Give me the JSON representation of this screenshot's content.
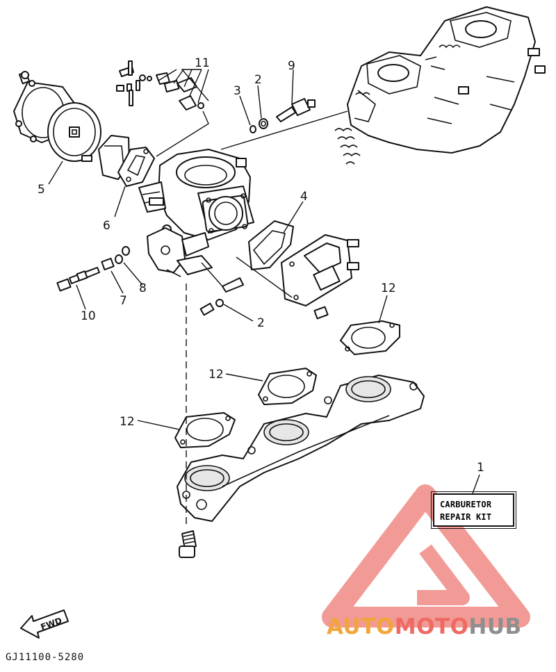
{
  "diagram": {
    "callouts": [
      {
        "id": "c1",
        "text": "1"
      },
      {
        "id": "c2a",
        "text": "2"
      },
      {
        "id": "c2b",
        "text": "2"
      },
      {
        "id": "c3",
        "text": "3"
      },
      {
        "id": "c4",
        "text": "4"
      },
      {
        "id": "c5",
        "text": "5"
      },
      {
        "id": "c6",
        "text": "6"
      },
      {
        "id": "c7",
        "text": "7"
      },
      {
        "id": "c8",
        "text": "8"
      },
      {
        "id": "c9",
        "text": "9"
      },
      {
        "id": "c10",
        "text": "10"
      },
      {
        "id": "c11",
        "text": "11"
      },
      {
        "id": "c12a",
        "text": "12"
      },
      {
        "id": "c12b",
        "text": "12"
      },
      {
        "id": "c12c",
        "text": "12"
      }
    ],
    "repair_kit": {
      "line1": "CARBURETOR",
      "line2": "REPAIR KIT"
    },
    "fwd_label": "FWD",
    "drawing_code": "GJ11100-5280"
  },
  "watermark": {
    "part1": "AUTO",
    "part2": "MOTO",
    "part3": "HUB",
    "colors": {
      "auto": "#f1a53a",
      "moto": "#ee6a63",
      "hub": "#8f8f8f",
      "triangle": "#f08a84"
    }
  }
}
